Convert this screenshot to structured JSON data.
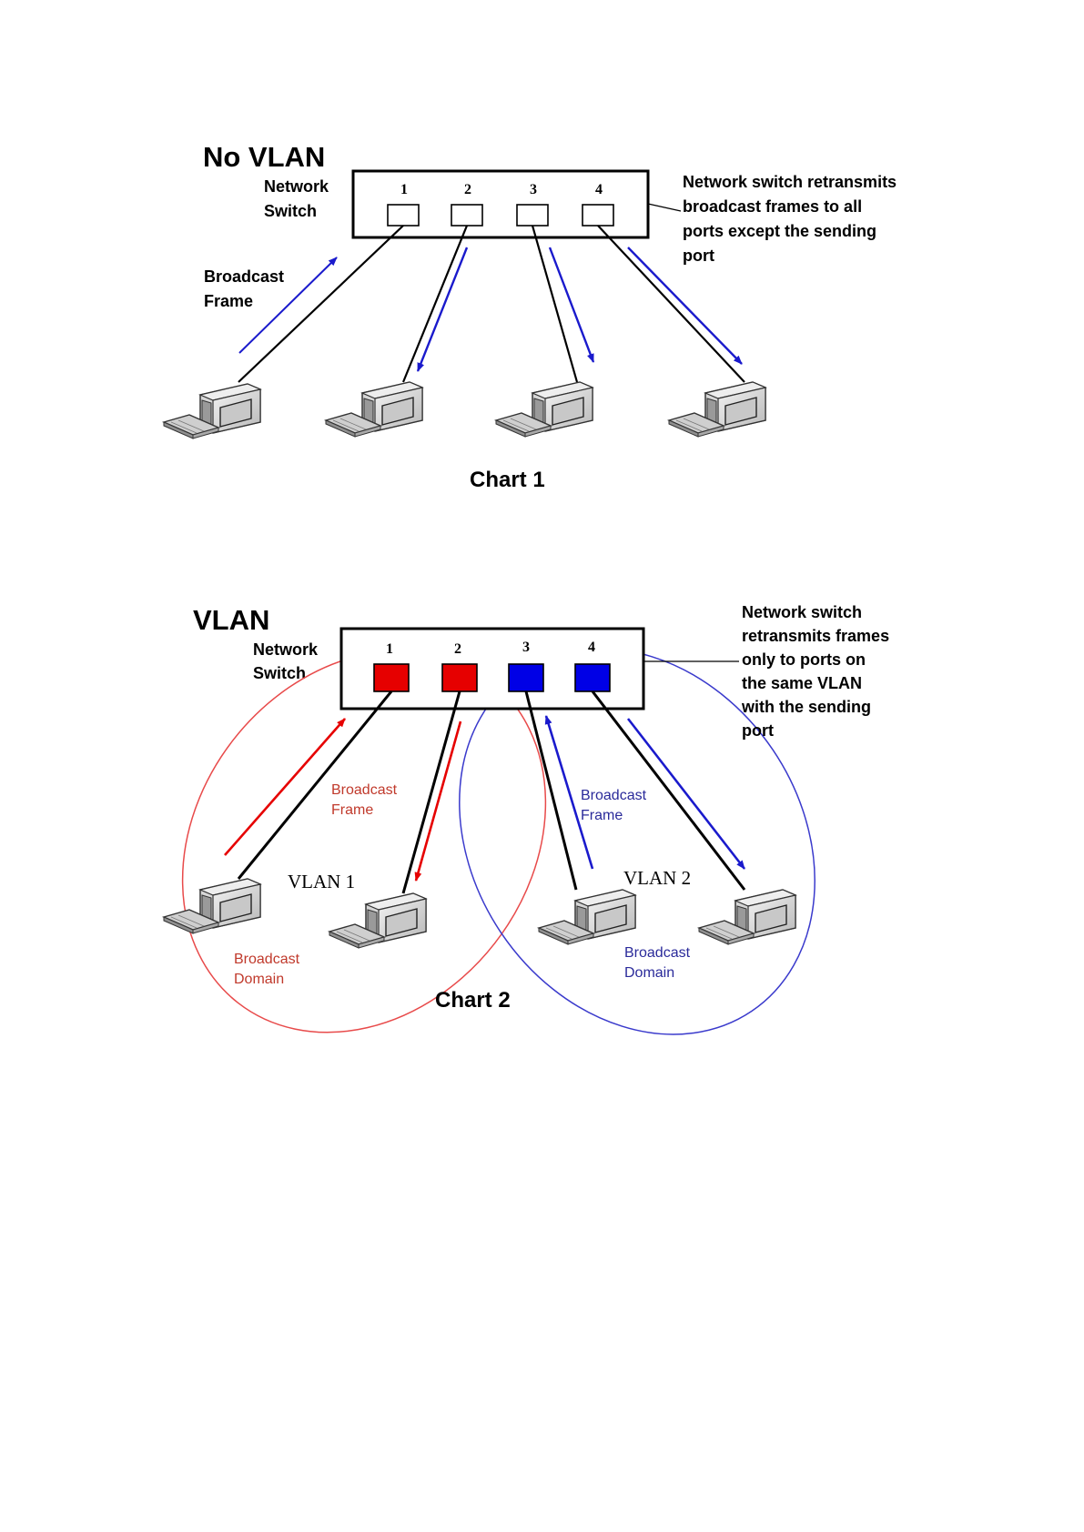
{
  "chart1": {
    "title": "No VLAN",
    "switch_label": [
      "Network",
      "Switch"
    ],
    "port_numbers": [
      "1",
      "2",
      "3",
      "4"
    ],
    "callout": [
      "Network switch retransmits",
      "broadcast frames to  all",
      "ports except the sending",
      "port"
    ],
    "frame_label": [
      "Broadcast",
      "Frame"
    ],
    "caption": "Chart 1"
  },
  "chart2": {
    "title": "VLAN",
    "switch_label": [
      "Network",
      "Switch"
    ],
    "port_numbers": [
      "1",
      "2",
      "3",
      "4"
    ],
    "callout": [
      "Network switch",
      "retransmits frames",
      "only to ports on",
      "the same VLAN",
      "with the sending",
      "port"
    ],
    "red_frame_label": [
      "Broadcast",
      "Frame"
    ],
    "blue_frame_label": [
      "Broadcast",
      "Frame"
    ],
    "vlan1_label": "VLAN 1",
    "vlan2_label": "VLAN 2",
    "red_domain_label": [
      "Broadcast",
      "Domain"
    ],
    "blue_domain_label": [
      "Broadcast",
      "Domain"
    ],
    "caption": "Chart 2"
  },
  "colors": {
    "vlan1": "#e60000",
    "vlan2": "#0000e6",
    "arrow_blue": "#1a1acc",
    "red_text": "#c0392b",
    "blue_text": "#2a2a9a",
    "red_ellipse": "#e84a4a",
    "blue_ellipse": "#3a3acc"
  }
}
